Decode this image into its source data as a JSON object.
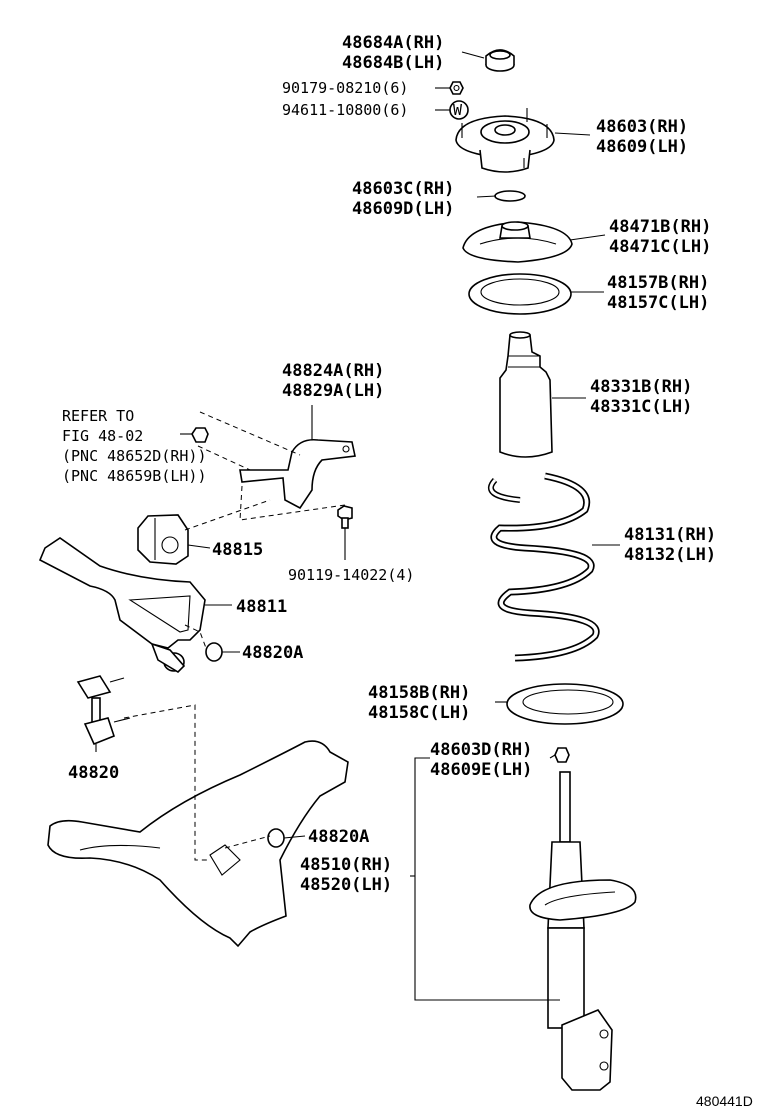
{
  "figure_id": "480441D",
  "labels": {
    "l48684a": "48684A(RH)",
    "l48684b": "48684B(LH)",
    "l90179": "90179-08210(6)",
    "l94611": "94611-10800(6)",
    "l48603": "48603(RH)",
    "l48609": "48609(LH)",
    "l48603c": "48603C(RH)",
    "l48609d": "48609D(LH)",
    "l48471b": "48471B(RH)",
    "l48471c": "48471C(LH)",
    "l48157b": "48157B(RH)",
    "l48157c": "48157C(LH)",
    "l48331b": "48331B(RH)",
    "l48331c": "48331C(LH)",
    "l48131": "48131(RH)",
    "l48132": "48132(LH)",
    "l48158b": "48158B(RH)",
    "l48158c": "48158C(LH)",
    "l48603d": "48603D(RH)",
    "l48609e": "48609E(LH)",
    "l48510": "48510(RH)",
    "l48520": "48520(LH)",
    "l48824a": "48824A(RH)",
    "l48829a": "48829A(LH)",
    "l48815": "48815",
    "l90119": "90119-14022(4)",
    "l48811": "48811",
    "l48820a_1": "48820A",
    "l48820": "48820",
    "l48820a_2": "48820A",
    "refer1": "REFER TO",
    "refer2": "FIG 48-02",
    "refer3": "(PNC 48652D(RH))",
    "refer4": "(PNC 48659B(LH))"
  },
  "washer_mark": "W"
}
